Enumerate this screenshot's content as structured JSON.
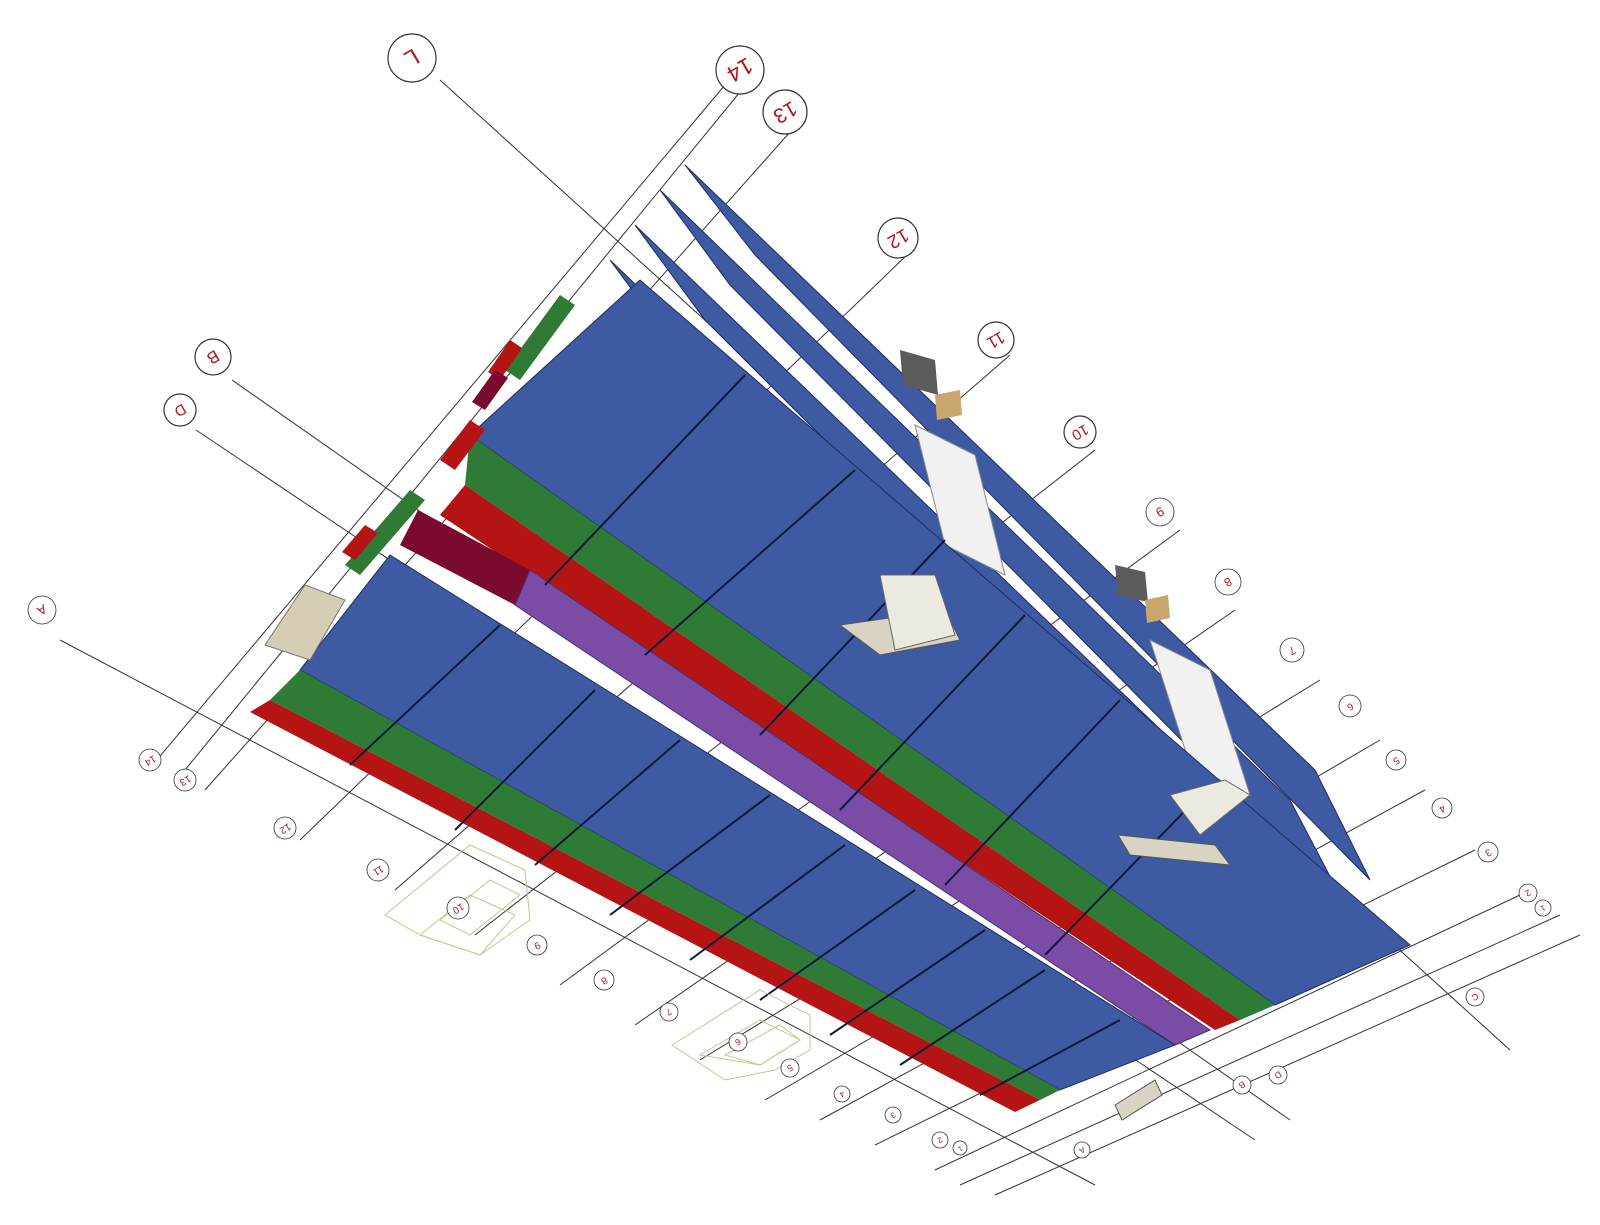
{
  "diagram": {
    "colors": {
      "slab": "#3d5aa3",
      "band_green": "#2f7a34",
      "band_red": "#b51414",
      "band_maroon": "#7a0a2e",
      "band_purple": "#7a4ca6",
      "bubble_text": "#b01818"
    },
    "grid_bubbles_large": [
      {
        "id": "gl-14",
        "label": "14"
      },
      {
        "id": "gl-13",
        "label": "13"
      },
      {
        "id": "gl-12",
        "label": "12"
      },
      {
        "id": "gl-11",
        "label": "11"
      },
      {
        "id": "gl-10",
        "label": "10"
      },
      {
        "id": "gl-9",
        "label": "9"
      },
      {
        "id": "gl-8",
        "label": "8"
      },
      {
        "id": "gl-7",
        "label": "7"
      },
      {
        "id": "gl-6",
        "label": "6"
      },
      {
        "id": "gl-5",
        "label": "5"
      },
      {
        "id": "gl-4",
        "label": "4"
      },
      {
        "id": "gl-3",
        "label": "3"
      },
      {
        "id": "gl-2",
        "label": "2"
      },
      {
        "id": "gl-1",
        "label": "1"
      },
      {
        "id": "gl-L",
        "label": "L"
      },
      {
        "id": "gl-B",
        "label": "B"
      },
      {
        "id": "gl-D",
        "label": "D"
      },
      {
        "id": "gl-A",
        "label": "A"
      },
      {
        "id": "gl-C",
        "label": "C"
      }
    ],
    "grid_bubbles_small": [
      {
        "id": "gs-14",
        "label": "14"
      },
      {
        "id": "gs-13",
        "label": "13"
      },
      {
        "id": "gs-12",
        "label": "12"
      },
      {
        "id": "gs-11",
        "label": "11"
      },
      {
        "id": "gs-10",
        "label": "10"
      },
      {
        "id": "gs-9",
        "label": "9"
      },
      {
        "id": "gs-8",
        "label": "8"
      },
      {
        "id": "gs-7",
        "label": "7"
      },
      {
        "id": "gs-6",
        "label": "6"
      },
      {
        "id": "gs-5",
        "label": "5"
      },
      {
        "id": "gs-4",
        "label": "4"
      },
      {
        "id": "gs-3",
        "label": "3"
      },
      {
        "id": "gs-2",
        "label": "2"
      },
      {
        "id": "gs-1",
        "label": "1"
      },
      {
        "id": "gs-A",
        "label": "A"
      },
      {
        "id": "gs-B",
        "label": "B"
      },
      {
        "id": "gs-D",
        "label": "D"
      }
    ]
  }
}
